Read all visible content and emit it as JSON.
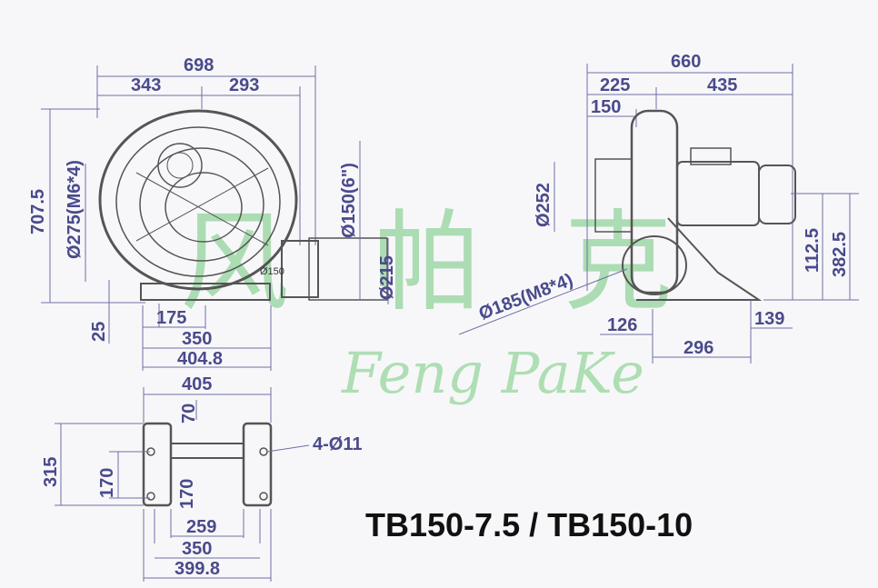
{
  "model": "TB150-7.5 / TB150-10",
  "watermark": {
    "cjk": [
      "风",
      "帕",
      "克"
    ],
    "latin": "Feng PaKe"
  },
  "colors": {
    "dimension": "#4a4a8c",
    "watermark": "#6fc77a",
    "model": "#111111"
  },
  "front_view": {
    "overall_width": "698",
    "left_width": "343",
    "right_width": "293",
    "overall_height": "707.5",
    "inlet_flange": "Ø275(M6*4)",
    "outlet_diameter": "Ø150(6\")",
    "outlet_label": "Ø150",
    "outlet_flange": "Ø215",
    "base_height": "25",
    "base_half": "175",
    "base_span": "350",
    "base_width": "404.8"
  },
  "side_view": {
    "overall_length": "660",
    "housing_length": "225",
    "motor_length": "435",
    "inlet_offset": "150",
    "inlet_diameter": "Ø252",
    "outlet_flange": "Ø185(M8*4)",
    "outlet_center_height": "112.5",
    "overall_height": "382.5",
    "foot_offset": "126",
    "foot_span": "296",
    "foot_overhang": "139"
  },
  "base_view": {
    "overall_width": "405",
    "leg_width": "70",
    "overall_depth": "315",
    "hole_spacing_y": "170",
    "hole_spacing_y2": "170",
    "holes": "4-Ø11",
    "inner_span": "259",
    "hole_span": "350",
    "total_width": "399.8"
  }
}
